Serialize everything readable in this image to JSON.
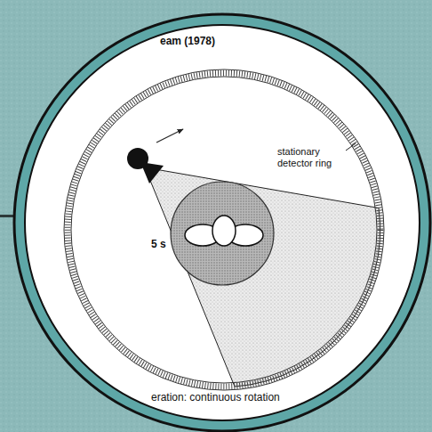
{
  "diagram": {
    "title": "eam (1978)",
    "caption": "eration: continuous rotation",
    "labels": [
      "stationary detector ring",
      "5 s"
    ]
  }
}
